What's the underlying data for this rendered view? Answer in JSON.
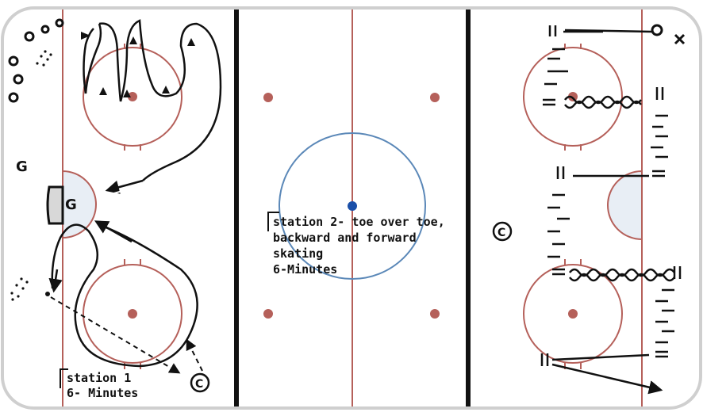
{
  "diagram": {
    "station1": {
      "line1": "station 1",
      "line2": "6- Minutes"
    },
    "station2": {
      "line1": "station 2- toe over toe,",
      "line2": "backward and forward",
      "line3": "skating",
      "line4": "6-Minutes"
    },
    "labels": {
      "goalie_left": "G",
      "goalie_crease": "G",
      "coach_left": "C",
      "coach_right": "C"
    },
    "colors": {
      "boards": "#cfcfcf",
      "red_line": "#b5605a",
      "red_dot": "#b5605a",
      "center_circle": "#5b88b8",
      "center_dot": "#1a4fa8",
      "blue_line": "#111111",
      "crease_fill": "#e8eef5",
      "net_fill": "#d8d8d8"
    },
    "icons": [
      "player-triangle-icon",
      "player-circle-icon",
      "puck-dots-icon",
      "coach-icon",
      "goalie-icon",
      "cross-icon",
      "arrow-icon"
    ]
  }
}
